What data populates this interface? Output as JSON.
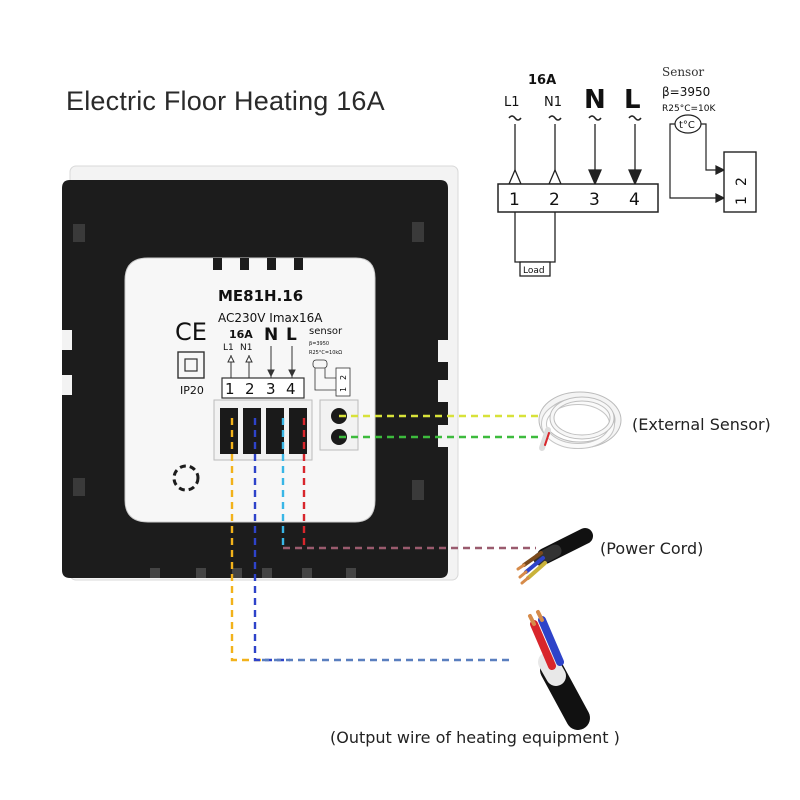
{
  "title": "Electric Floor Heating 16A",
  "schematic": {
    "rating": "16A",
    "terminal_labels": [
      "L1",
      "N1",
      "N",
      "L"
    ],
    "terminal_numbers": [
      "1",
      "2",
      "3",
      "4"
    ],
    "load_label": "Load",
    "sensor_label": "Sensor",
    "sensor_beta": "β=3950",
    "sensor_resistance": "R25°C=10K",
    "sensor_symbol": "t°C",
    "sensor_terminals": [
      "1",
      "2"
    ]
  },
  "device": {
    "model": "ME81H.16",
    "spec": "AC230V Imax16A",
    "ce_mark": "CE",
    "ip_rating": "IP20",
    "rating": "16A",
    "terminal_labels": [
      "L1",
      "N1",
      "N",
      "L"
    ],
    "terminal_numbers": [
      "1",
      "2",
      "3",
      "4"
    ],
    "sensor_label": "sensor",
    "sensor_beta": "β=3950",
    "sensor_resistance": "R25°C=10kΩ",
    "sensor_terminals": [
      "1",
      "2"
    ]
  },
  "callouts": {
    "external_sensor": "(External Sensor)",
    "power_cord": "(Power Cord)",
    "output_wire": "(Output wire of heating equipment )"
  },
  "colors": {
    "housing": "#1c1c1c",
    "frame": "#f3f3f3",
    "module": "#f7f7f7",
    "wire_yellow": "#f2b21b",
    "wire_blue": "#2e43c9",
    "wire_cyan": "#39b6e6",
    "wire_red": "#d8262c",
    "sensor_wire_yellow": "#d8e23a",
    "sensor_wire_green": "#3dbb3d",
    "power_wire": "#9a5b6e",
    "output_wire": "#5a7fbf"
  }
}
